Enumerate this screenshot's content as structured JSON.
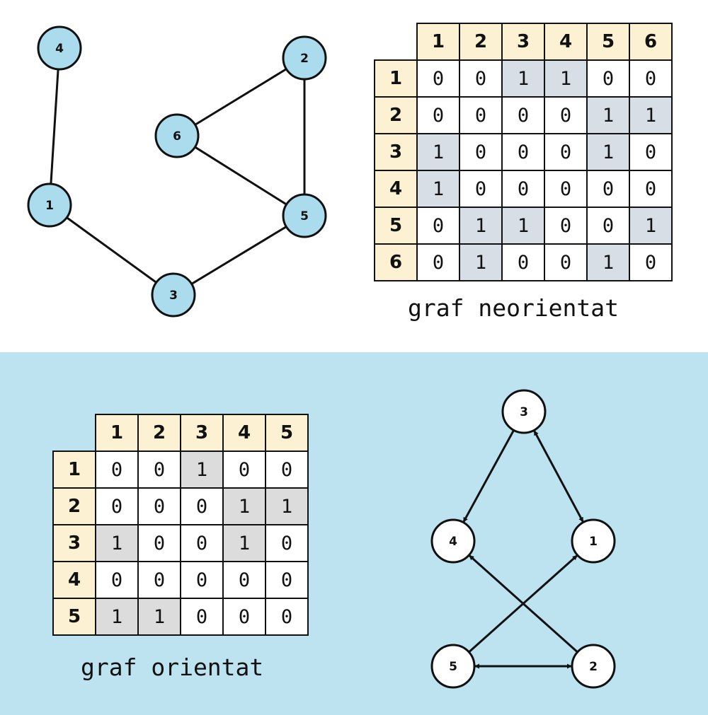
{
  "undirected": {
    "caption": "graf neorientat",
    "node_color": "#aadcee",
    "nodes": [
      "1",
      "2",
      "3",
      "4",
      "5",
      "6"
    ],
    "edges": [
      [
        "1",
        "4"
      ],
      [
        "1",
        "3"
      ],
      [
        "3",
        "5"
      ],
      [
        "5",
        "6"
      ],
      [
        "5",
        "2"
      ],
      [
        "2",
        "6"
      ]
    ],
    "matrix": {
      "headers": [
        "1",
        "2",
        "3",
        "4",
        "5",
        "6"
      ],
      "rows": [
        [
          "0",
          "0",
          "1",
          "1",
          "0",
          "0"
        ],
        [
          "0",
          "0",
          "0",
          "0",
          "1",
          "1"
        ],
        [
          "1",
          "0",
          "0",
          "0",
          "1",
          "0"
        ],
        [
          "1",
          "0",
          "0",
          "0",
          "0",
          "0"
        ],
        [
          "0",
          "1",
          "1",
          "0",
          "0",
          "1"
        ],
        [
          "0",
          "1",
          "0",
          "0",
          "1",
          "0"
        ]
      ]
    }
  },
  "directed": {
    "caption": "graf orientat",
    "node_color": "#ffffff",
    "nodes": [
      "1",
      "2",
      "3",
      "4",
      "5"
    ],
    "edges": [
      [
        "1",
        "3"
      ],
      [
        "2",
        "4"
      ],
      [
        "2",
        "5"
      ],
      [
        "3",
        "1"
      ],
      [
        "3",
        "4"
      ],
      [
        "5",
        "1"
      ],
      [
        "5",
        "2"
      ]
    ],
    "matrix": {
      "headers": [
        "1",
        "2",
        "3",
        "4",
        "5"
      ],
      "rows": [
        [
          "0",
          "0",
          "1",
          "0",
          "0"
        ],
        [
          "0",
          "0",
          "0",
          "1",
          "1"
        ],
        [
          "1",
          "0",
          "0",
          "1",
          "0"
        ],
        [
          "0",
          "0",
          "0",
          "0",
          "0"
        ],
        [
          "1",
          "1",
          "0",
          "0",
          "0"
        ]
      ]
    }
  },
  "colors": {
    "header_bg": "#fdf1d3",
    "highlight_top": "#d8dee6",
    "highlight_bottom": "#dcdcdc",
    "bottom_panel_bg": "#bde3f1"
  }
}
